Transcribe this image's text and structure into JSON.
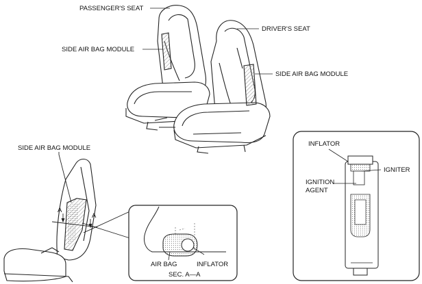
{
  "labels": {
    "passenger_seat": "PASSENGER'S SEAT",
    "driver_seat": "DRIVER'S SEAT",
    "side_air_bag_module_left": "SIDE AIR BAG MODULE",
    "side_air_bag_module_right": "SIDE AIR BAG MODULE",
    "side_air_bag_module_detail": "SIDE AIR BAG MODULE",
    "section_mark_a_left": "A",
    "section_mark_a_right": "A",
    "air_bag": "AIR BAG",
    "inflator_section": "INFLATOR",
    "section_title": "SEC. A—A",
    "inflator_detail": "INFLATOR",
    "igniter": "IGNITER",
    "ignition_agent_line1": "IGNITION",
    "ignition_agent_line2": "AGENT"
  }
}
